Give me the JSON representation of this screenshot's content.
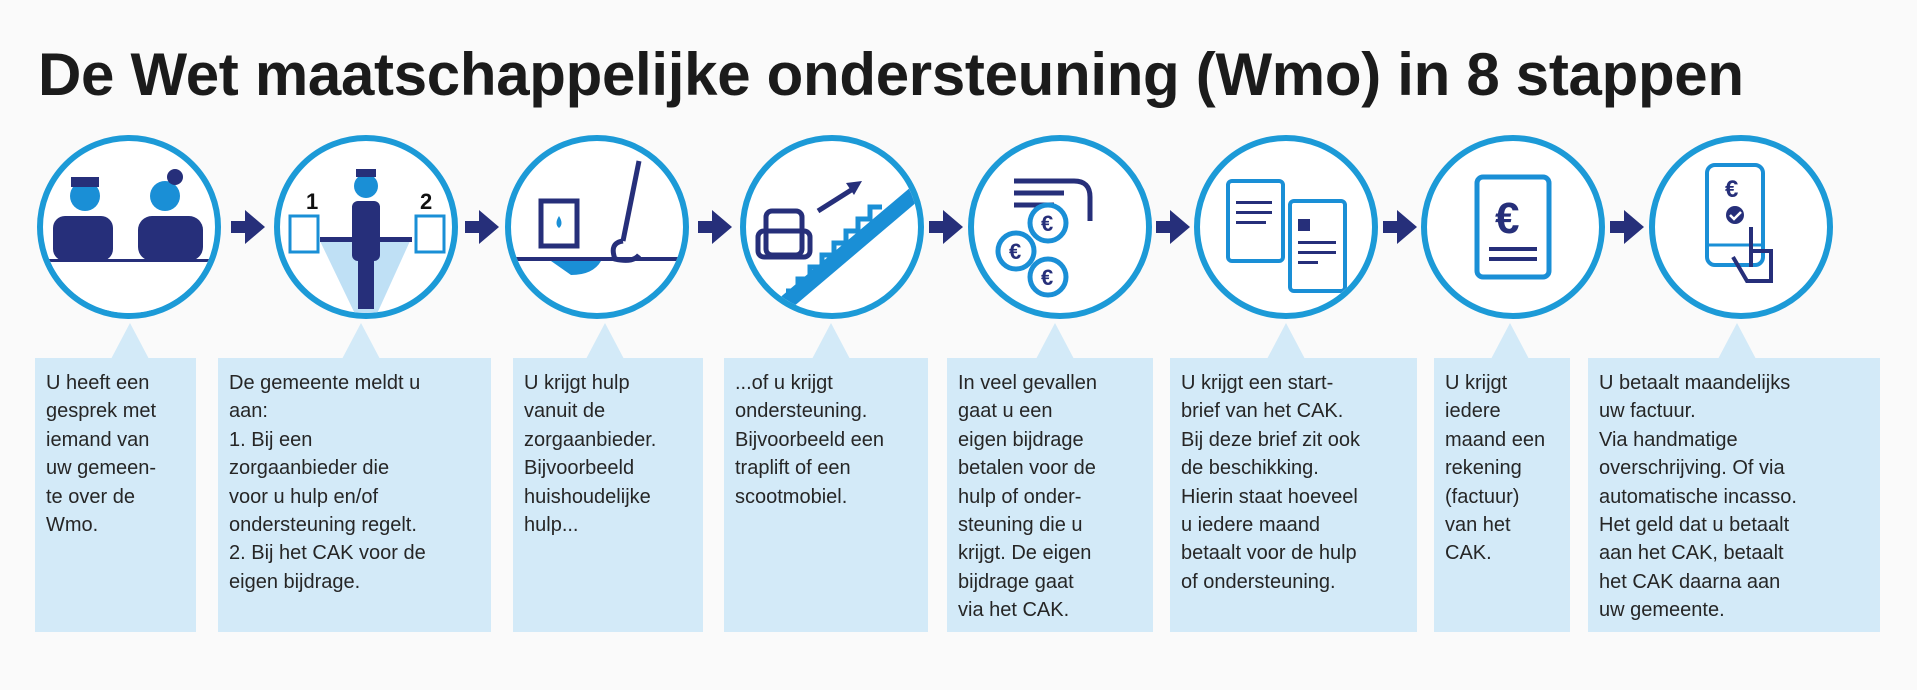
{
  "title": "De Wet maatschappelijke ondersteuning (Wmo) in 8 stappen",
  "colors": {
    "circle": "#1c9ad7",
    "navy": "#262f7a",
    "box": "#d3eaf8",
    "accent": "#1a8fd6"
  },
  "steps": [
    {
      "icon": "conversation-icon",
      "lines": [
        "U heeft een",
        "gesprek met",
        "iemand van",
        "uw gemeen-",
        "te over de",
        "Wmo."
      ]
    },
    {
      "icon": "referral-icon",
      "icon_labels": [
        "1",
        "2"
      ],
      "lines": [
        "De gemeente meldt u",
        "aan:",
        "1. Bij een",
        "zorgaanbieder die",
        "voor u hulp en/of",
        "ondersteuning regelt.",
        "2. Bij het CAK voor de",
        "eigen bijdrage."
      ]
    },
    {
      "icon": "bucket-mop-icon",
      "lines": [
        "U krijgt hulp",
        "vanuit de",
        "zorgaanbieder.",
        "Bijvoorbeeld",
        "huishoudelijke",
        "hulp..."
      ]
    },
    {
      "icon": "stairlift-icon",
      "lines": [
        "...of u krijgt",
        "ondersteuning.",
        "Bijvoorbeeld een",
        "traplift of een",
        "scootmobiel."
      ]
    },
    {
      "icon": "hand-coins-icon",
      "lines": [
        "In veel gevallen",
        "gaat u een",
        "eigen bijdrage",
        "betalen voor de",
        "hulp of onder-",
        "steuning die u",
        "krijgt. De eigen",
        "bijdrage gaat",
        "via het CAK."
      ]
    },
    {
      "icon": "documents-icon",
      "lines": [
        "U krijgt een start-",
        "brief van het CAK.",
        "Bij deze brief zit ook",
        "de beschikking.",
        "Hierin staat hoeveel",
        "u iedere maand",
        "betaalt voor de hulp",
        "of ondersteuning."
      ]
    },
    {
      "icon": "invoice-icon",
      "lines": [
        "U krijgt",
        "iedere",
        "maand een",
        "rekening",
        "(factuur)",
        "van het",
        "CAK."
      ]
    },
    {
      "icon": "phone-payment-icon",
      "lines": [
        "U betaalt maandelijks",
        "uw factuur.",
        "Via handmatige",
        "overschrijving. Of via",
        "automatische incasso.",
        "Het geld dat u betaalt",
        "aan het CAK, betaalt",
        "het CAK daarna aan",
        "uw gemeente."
      ]
    }
  ]
}
